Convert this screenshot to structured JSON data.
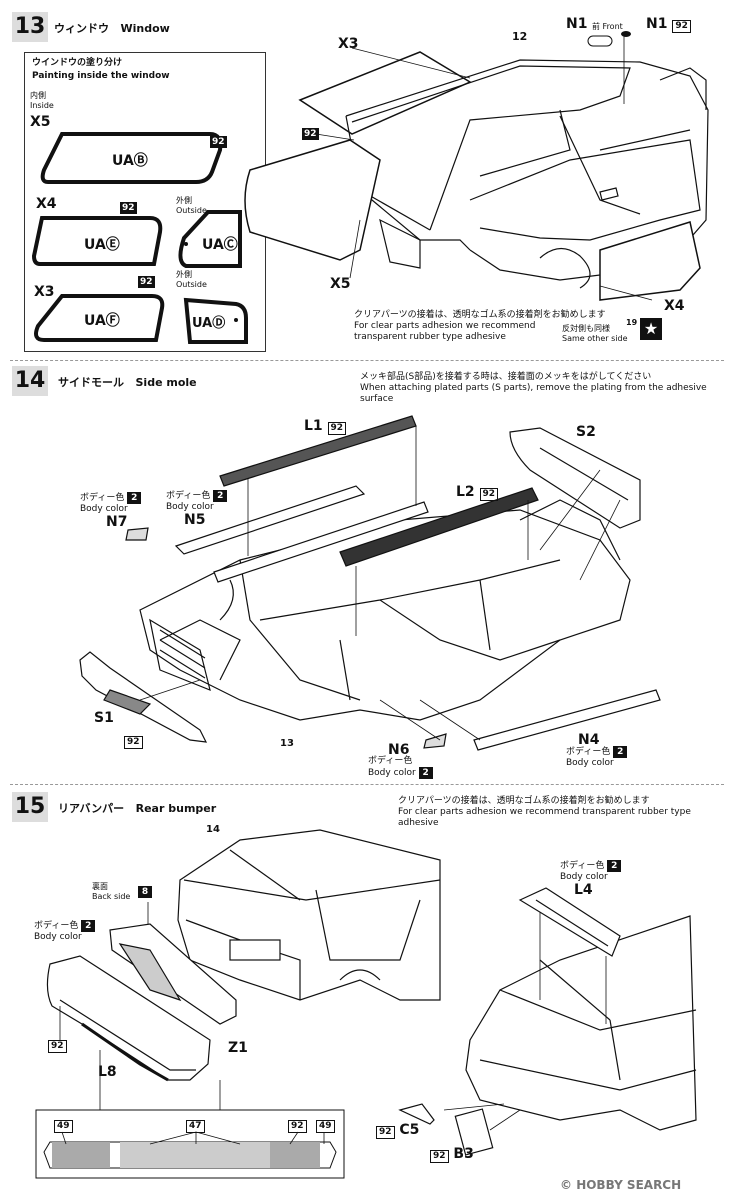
{
  "step13": {
    "number": "13",
    "title_jp": "ウィンドウ",
    "title_en": "Window",
    "inset_title_jp": "ウインドウの塗り分け",
    "inset_title_en": "Painting inside the window",
    "inside_jp": "内側",
    "inside_en": "Inside",
    "outside_jp": "外側",
    "outside_en": "Outside",
    "window_labels": [
      "UAⒷ",
      "UAⒺ",
      "UAⒸ",
      "UAⒻ",
      "UAⒹ"
    ],
    "parts": [
      "X5",
      "X4",
      "X3",
      "X3",
      "X5",
      "X4",
      "N1",
      "N1"
    ],
    "color_92": "92",
    "color_19": "19",
    "ref_12": "12",
    "n1_front_jp": "前",
    "n1_front_en": "Front",
    "note_jp": "クリアパーツの接着は、透明なゴム系の接着剤をお勧めします",
    "note_en1": "For clear parts adhesion we recommend",
    "note_en2": "transparent rubber type adhesive",
    "same_jp": "反対側も同様",
    "same_en": "Same other side"
  },
  "step14": {
    "number": "14",
    "title_jp": "サイドモール",
    "title_en": "Side mole",
    "note_jp": "メッキ部品(S部品)を接着する時は、接着面のメッキをはがしてください",
    "note_en": "When attaching plated parts (S parts), remove the plating from the adhesive surface",
    "body_color_jp": "ボディー色",
    "body_color_en": "Body color",
    "color_2": "2",
    "color_92": "92",
    "parts": [
      "L1",
      "S2",
      "L2",
      "N7",
      "N5",
      "S1",
      "N6",
      "N4"
    ],
    "ref_13": "13"
  },
  "step15": {
    "number": "15",
    "title_jp": "リアバンパー",
    "title_en": "Rear bumper",
    "note_jp": "クリアパーツの接着は、透明なゴム系の接着剤をお勧めします",
    "note_en": "For clear parts adhesion we recommend transparent rubber type adhesive",
    "back_side_jp": "裏面",
    "back_side_en": "Back side",
    "color_8": "8",
    "color_2": "2",
    "color_92": "92",
    "color_49": "49",
    "color_47": "47",
    "body_color_jp": "ボディー色",
    "body_color_en": "Body color",
    "ref_14": "14",
    "parts": [
      "L4",
      "Z1",
      "L8",
      "C5",
      "B3"
    ]
  },
  "footer": {
    "copyright": "©",
    "brand": "HOBBY SEARCH"
  }
}
